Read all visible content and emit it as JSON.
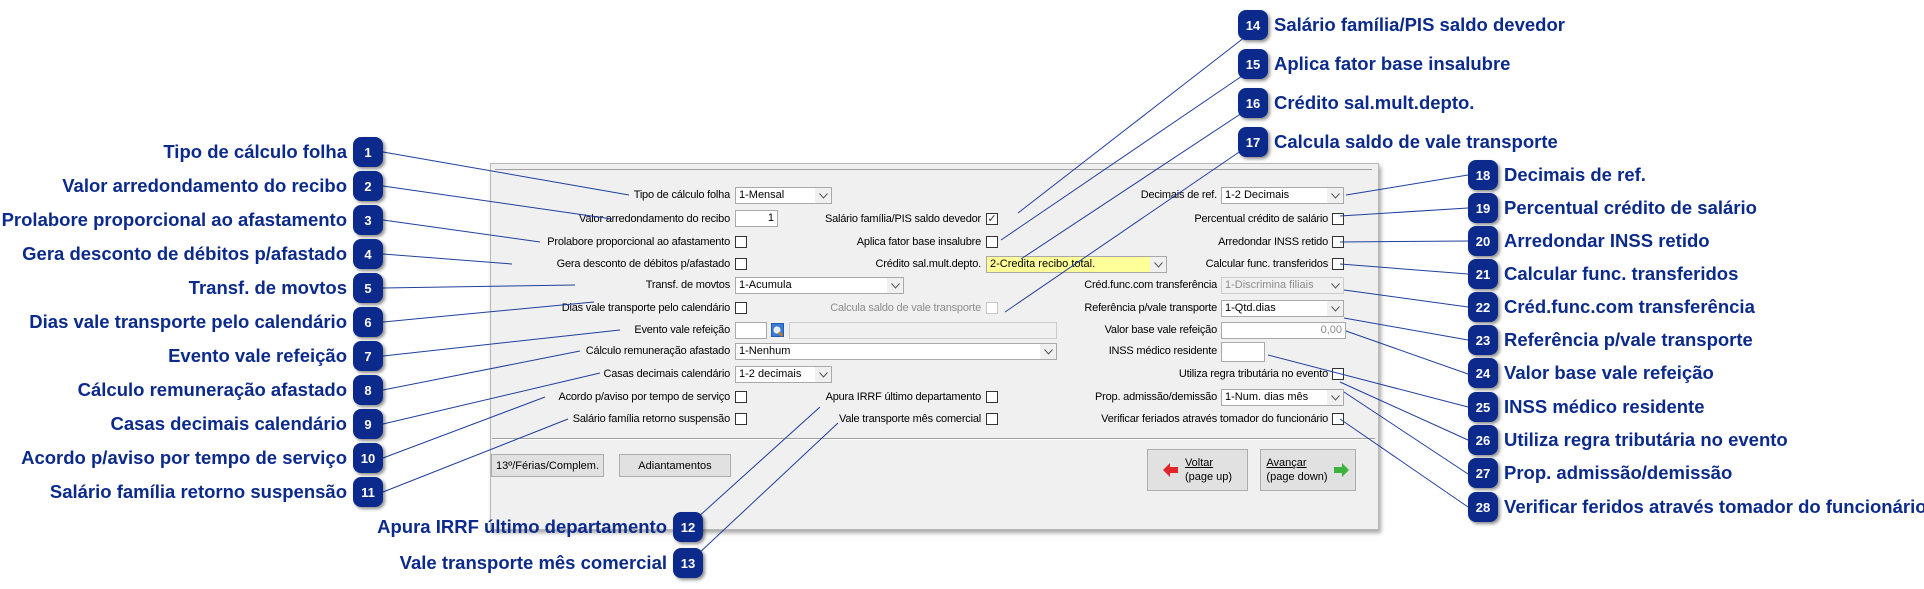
{
  "callouts": [
    {
      "n": "1",
      "label": "Tipo de cálculo folha"
    },
    {
      "n": "2",
      "label": "Valor arredondamento do recibo"
    },
    {
      "n": "3",
      "label": "Prolabore proporcional ao afastamento"
    },
    {
      "n": "4",
      "label": "Gera desconto de débitos p/afastado"
    },
    {
      "n": "5",
      "label": "Transf. de movtos"
    },
    {
      "n": "6",
      "label": "Dias vale transporte pelo calendário"
    },
    {
      "n": "7",
      "label": "Evento vale refeição"
    },
    {
      "n": "8",
      "label": "Cálculo remuneração afastado"
    },
    {
      "n": "9",
      "label": "Casas decimais calendário"
    },
    {
      "n": "10",
      "label": "Acordo p/aviso por tempo de serviço"
    },
    {
      "n": "11",
      "label": "Salário família retorno suspensão"
    },
    {
      "n": "12",
      "label": "Apura IRRF último departamento"
    },
    {
      "n": "13",
      "label": "Vale transporte mês comercial"
    },
    {
      "n": "14",
      "label": "Salário família/PIS saldo devedor"
    },
    {
      "n": "15",
      "label": "Aplica fator base insalubre"
    },
    {
      "n": "16",
      "label": "Crédito sal.mult.depto."
    },
    {
      "n": "17",
      "label": "Calcula saldo de vale transporte"
    },
    {
      "n": "18",
      "label": "Decimais de ref."
    },
    {
      "n": "19",
      "label": "Percentual crédito de salário"
    },
    {
      "n": "20",
      "label": "Arredondar INSS retido"
    },
    {
      "n": "21",
      "label": "Calcular func. transferidos"
    },
    {
      "n": "22",
      "label": "Créd.func.com transferência"
    },
    {
      "n": "23",
      "label": "Referência p/vale transporte"
    },
    {
      "n": "24",
      "label": "Valor base vale refeição"
    },
    {
      "n": "25",
      "label": "INSS médico residente"
    },
    {
      "n": "26",
      "label": "Utiliza regra tributária no evento"
    },
    {
      "n": "27",
      "label": "Prop. admissão/demissão"
    },
    {
      "n": "28",
      "label": "Verificar feridos através tomador do funcionário"
    }
  ],
  "form": {
    "tipo_calculo": {
      "label": "Tipo de cálculo folha",
      "value": "1-Mensal"
    },
    "valor_arredondamento": {
      "label": "Valor arredondamento do recibo",
      "value": "1"
    },
    "prolabore": {
      "label": "Prolabore proporcional ao afastamento",
      "checked": false
    },
    "gera_desconto": {
      "label": "Gera desconto de débitos p/afastado",
      "checked": false
    },
    "transf_movtos": {
      "label": "Transf. de movtos",
      "value": "1-Acumula"
    },
    "dias_vale": {
      "label": "Dias vale transporte pelo calendário",
      "checked": false
    },
    "evento_vale": {
      "label": "Evento vale refeição",
      "value": "",
      "description": ""
    },
    "calculo_rem": {
      "label": "Cálculo remuneração afastado",
      "value": "1-Nenhum"
    },
    "casas_decimais": {
      "label": "Casas decimais calendário",
      "value": "1-2 decimais"
    },
    "acordo_aviso": {
      "label": "Acordo p/aviso por tempo de serviço",
      "checked": false
    },
    "salario_familia_susp": {
      "label": "Salário família retorno suspensão",
      "checked": false
    },
    "salario_familia_pis": {
      "label": "Salário família/PIS saldo devedor",
      "checked": true,
      "mark": "✓"
    },
    "aplica_fator": {
      "label": "Aplica fator base insalubre",
      "checked": false
    },
    "credito_sal": {
      "label": "Crédito sal.mult.depto.",
      "value": "2-Credita recibo total."
    },
    "calcula_saldo": {
      "label": "Calcula saldo de vale transporte",
      "checked": false,
      "disabled": true
    },
    "apura_irrf": {
      "label": "Apura IRRF último departamento",
      "checked": false
    },
    "vale_mes_comercial": {
      "label": "Vale transporte mês comercial",
      "checked": false
    },
    "decimais_ref": {
      "label": "Decimais de ref.",
      "value": "1-2 Decimais"
    },
    "percentual_credito": {
      "label": "Percentual crédito de salário",
      "checked": false
    },
    "arredondar_inss": {
      "label": "Arredondar INSS retido",
      "checked": false
    },
    "calcular_func": {
      "label": "Calcular func. transferidos",
      "checked": false
    },
    "cred_func": {
      "label": "Créd.func.com transferência",
      "value": "1-Discrimina filiais",
      "disabled": true
    },
    "referencia_vale": {
      "label": "Referência p/vale transporte",
      "value": "1-Qtd.dias"
    },
    "valor_base": {
      "label": "Valor base vale refeição",
      "value": "0,00"
    },
    "inss_medico": {
      "label": "INSS médico residente",
      "value": ""
    },
    "utiliza_regra": {
      "label": "Utiliza regra tributária no evento",
      "checked": false
    },
    "prop_admissao": {
      "label": "Prop. admissão/demissão",
      "value": "1-Num. dias mês"
    },
    "verificar_feriados": {
      "label": "Verificar feriados através tomador do funcionário",
      "checked": false
    }
  },
  "buttons": {
    "ferias": "13º/Férias/Complem.",
    "adiantamentos": "Adiantamentos",
    "voltar": "Voltar",
    "voltar_hint": "(page up)",
    "avancar": "Avançar",
    "avancar_hint": "(page down)"
  },
  "colors": {
    "callout": "#0b2a8c",
    "highlight": "#ffff99",
    "leader": "#1f3f9c"
  }
}
